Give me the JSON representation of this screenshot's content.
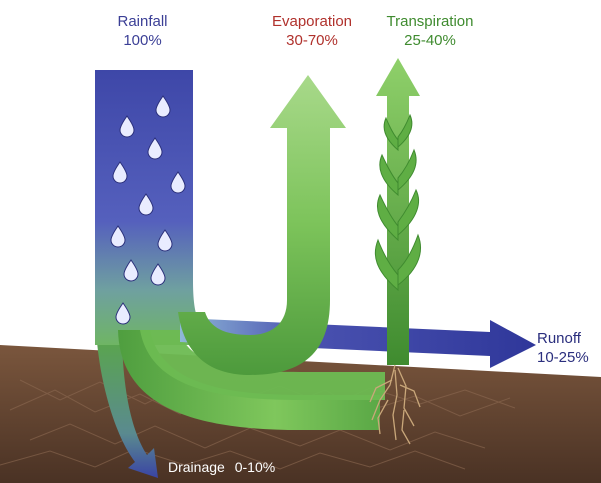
{
  "labels": {
    "rainfall": {
      "name": "Rainfall",
      "value": "100%"
    },
    "evaporation": {
      "name": "Evaporation",
      "value": "30-70%"
    },
    "transpiration": {
      "name": "Transpiration",
      "value": "25-40%"
    },
    "runoff": {
      "name": "Runoff",
      "value": "10-25%"
    },
    "drainage": {
      "name": "Drainage",
      "value": "0-10%"
    }
  },
  "colors": {
    "rainfall": "#3b3f96",
    "evaporation": "#b0312c",
    "transpiration": "#3f8b2f",
    "water_blue": "#4b55b3",
    "flow_green": "#7cc35a",
    "soil": "#6e4c36",
    "soil_dark": "#4a3224"
  },
  "icons": [
    "raindrop-icon",
    "plant-icon",
    "roots-icon"
  ]
}
